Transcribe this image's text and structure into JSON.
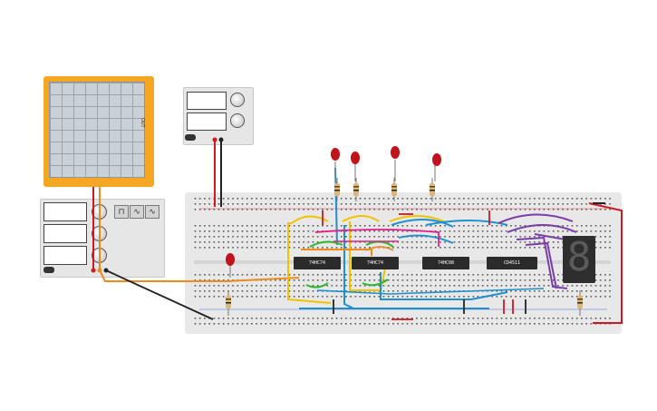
{
  "scope": {
    "label": "OUT"
  },
  "chips": [
    {
      "label": "74HC74"
    },
    {
      "label": "74HC74"
    },
    {
      "label": "74HC08"
    },
    {
      "label": "CD4511"
    }
  ],
  "seven_segment": {
    "digit": "8"
  },
  "function_generator": {
    "wave_buttons": [
      "⊓",
      "∿",
      "∿"
    ]
  },
  "colors": {
    "scope_body": "#f5a623",
    "breadboard": "#e8e8e8",
    "wire_yellow": "#f2c200",
    "wire_blue": "#1e90d0",
    "wire_green": "#2eb82e",
    "wire_purple": "#7a3ea8",
    "wire_orange": "#f08a1a",
    "wire_red": "#d0181e",
    "wire_pink": "#e0208a",
    "led_red": "#c0141a"
  }
}
